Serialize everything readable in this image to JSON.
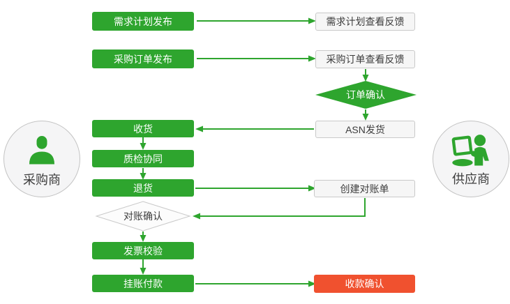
{
  "colors": {
    "green": "#2ea52e",
    "red": "#f0512f",
    "box_bg": "#f6f6f6",
    "box_border": "#c9c9c9",
    "circle_bg": "#f5f5f6",
    "circle_border": "#c3c3c3",
    "text_dark": "#3d3d3d"
  },
  "actors": {
    "buyer": {
      "label": "采购商",
      "icon": "user-icon"
    },
    "supplier": {
      "label": "供应商",
      "icon": "user-laptop-icon"
    }
  },
  "nodes": {
    "demand_publish": {
      "label": "需求计划发布",
      "type": "process-green"
    },
    "demand_feedback": {
      "label": "需求计划查看反馈",
      "type": "process-outline"
    },
    "po_publish": {
      "label": "采购订单发布",
      "type": "process-green"
    },
    "po_feedback": {
      "label": "采购订单查看反馈",
      "type": "process-outline"
    },
    "order_confirm": {
      "label": "订单确认",
      "type": "decision-green"
    },
    "receive": {
      "label": "收货",
      "type": "process-green"
    },
    "asn_ship": {
      "label": "ASN发货",
      "type": "process-outline"
    },
    "quality_check": {
      "label": "质检协同",
      "type": "process-green"
    },
    "return_goods": {
      "label": "退货",
      "type": "process-green"
    },
    "create_statement": {
      "label": "创建对账单",
      "type": "process-outline"
    },
    "statement_confirm": {
      "label": "对账确认",
      "type": "decision-gray"
    },
    "invoice_verify": {
      "label": "发票校验",
      "type": "process-green"
    },
    "payment": {
      "label": "挂账付款",
      "type": "process-green"
    },
    "receipt_confirm": {
      "label": "收款确认",
      "type": "process-red"
    }
  }
}
